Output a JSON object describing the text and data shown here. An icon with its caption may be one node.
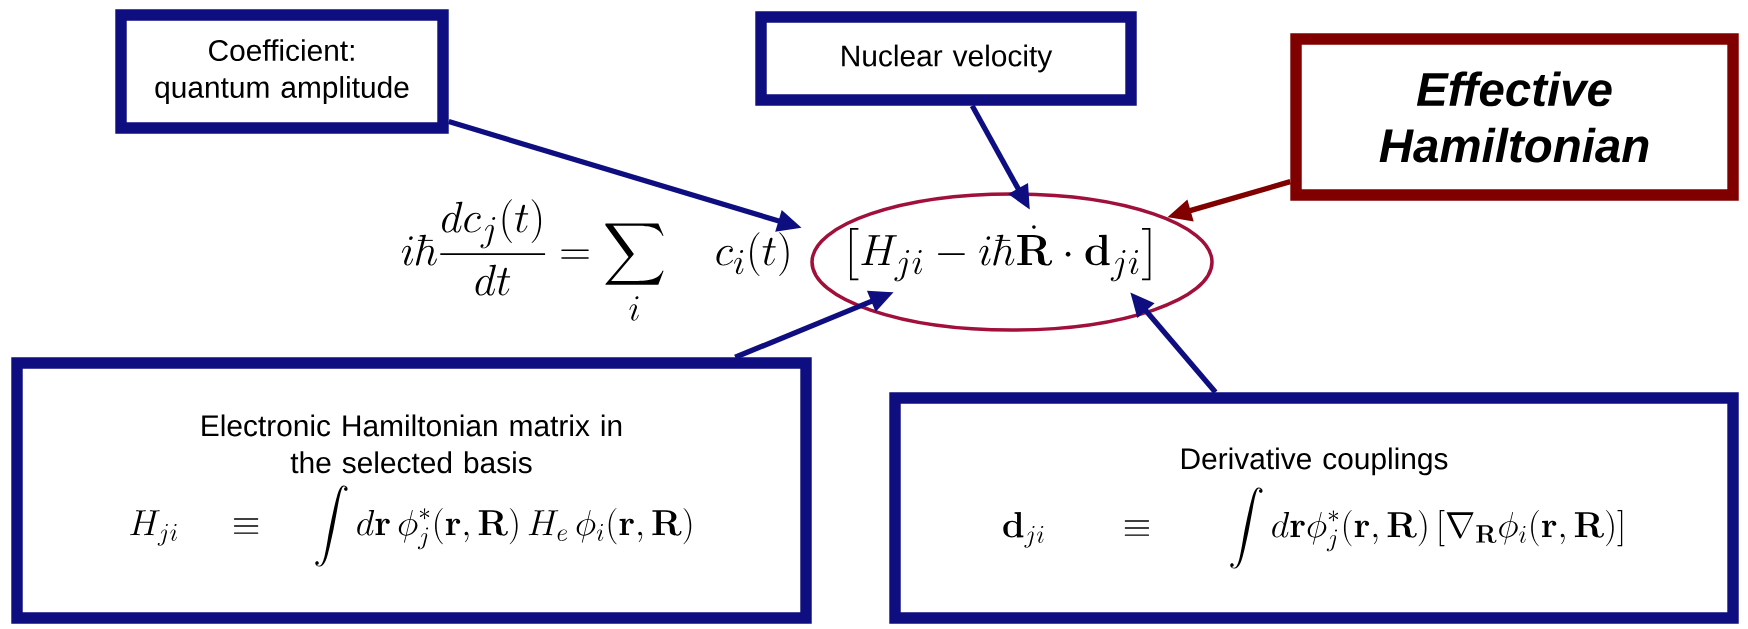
{
  "diagram": {
    "nodes": [
      {
        "text": [
          "Coefficient: quantum amplitude"
        ]
      },
      {
        "text": [
          "Nuclear velocity"
        ]
      },
      {
        "text": [
          "Effective Hamiltonian"
        ]
      },
      {
        "text": [
          "i\\hbar\\frac{dc_j(t)}{dt} = \\sum_i c_i(t)\\left[H_{ji} - i\\hbar\\dot{\\mathbf{R}}\\cdot\\mathbf{d}_{ji}\\right]"
        ]
      },
      {
        "text": [],
        "shape": "ellipse"
      },
      {
        "text": [
          "Electronic Hamiltonian matrix in the selected basis",
          "H_{ji} \\;\\equiv\\; \\int d\\mathbf{r}\\, \\phi_j^*(\\mathbf{r},\\mathbf{R})\\, H_e\\, \\phi_i(\\mathbf{r},\\mathbf{R})"
        ]
      },
      {
        "text": [
          "Derivative couplings",
          "\\mathbf{d}_{ji} \\;\\;\\equiv\\;\\; \\int d\\mathbf{r} \\phi_j^*(\\mathbf{r},\\mathbf{R})\\, [\\nabla_{\\mathbf{R}}\\phi_i(\\mathbf{r},\\mathbf{R})]"
        ]
      }
    ],
    "edges": [
      {
        "from": 0,
        "to": 3,
        "arrow": "to"
      },
      {
        "from": 1,
        "to": 4,
        "arrow": "to"
      },
      {
        "from": 2,
        "to": 4,
        "arrow": "to",
        "color": "#800000"
      },
      {
        "from": 5,
        "to": 4,
        "arrow": "to"
      },
      {
        "from": 6,
        "to": 4,
        "arrow": "to"
      }
    ]
  }
}
